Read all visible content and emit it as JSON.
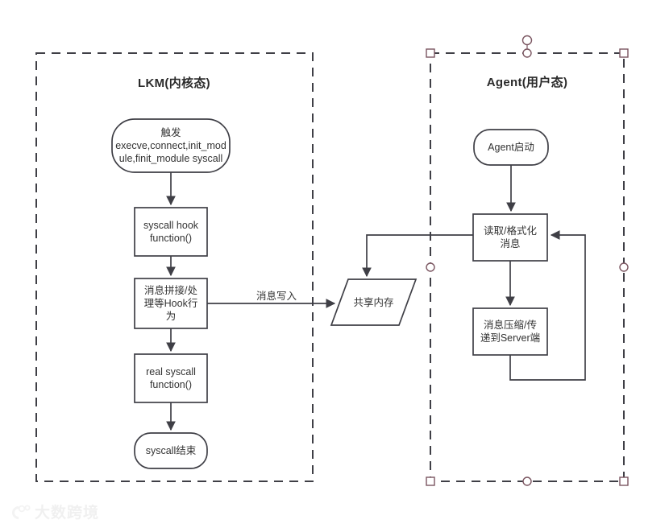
{
  "diagram": {
    "title": "LKM / Agent syscall hook message flow",
    "background": "#ffffff",
    "stroke_color": "#3f3f46",
    "text_color": "#333333",
    "selection_color": "#7a5560"
  },
  "lanes": [
    {
      "id": "lkm",
      "title": "LKM(内核态)",
      "selected": false
    },
    {
      "id": "agent",
      "title": "Agent(用户态)",
      "selected": true
    }
  ],
  "nodes": {
    "trigger": {
      "shape": "stadium",
      "line1": "触发",
      "line2": "execve,connect,init_mod",
      "line3": "ule,finit_module syscall",
      "text": "触发\nexecve,connect,init_mod\nule,finit_module syscall"
    },
    "syscall_hook": {
      "shape": "rect",
      "text": "syscall hook\nfunction()"
    },
    "msg_process": {
      "shape": "rect",
      "text": "消息拼接/处\n理等Hook行\n为"
    },
    "real_syscall": {
      "shape": "rect",
      "text": "real syscall\nfunction()"
    },
    "syscall_end": {
      "shape": "stadium",
      "text": "syscall结束"
    },
    "shared_memory": {
      "shape": "parallelogram",
      "text": "共享内存"
    },
    "agent_start": {
      "shape": "stadium",
      "text": "Agent启动"
    },
    "read_format": {
      "shape": "rect",
      "text": "读取/格式化\n消息"
    },
    "compress_send": {
      "shape": "rect",
      "text": "消息压缩/传\n递到Server端"
    }
  },
  "edges": [
    {
      "id": "trigger-to-hook",
      "label": ""
    },
    {
      "id": "hook-to-process",
      "label": ""
    },
    {
      "id": "process-to-real",
      "label": ""
    },
    {
      "id": "real-to-end",
      "label": ""
    },
    {
      "id": "process-to-shm",
      "label": "消息写入"
    },
    {
      "id": "agentstart-to-read",
      "label": ""
    },
    {
      "id": "read-to-shm",
      "label": ""
    },
    {
      "id": "read-to-compress",
      "label": ""
    },
    {
      "id": "compress-to-read-loop",
      "label": ""
    }
  ],
  "watermark": {
    "text": "大数跨境",
    "icon": "brand-logo-icon"
  }
}
